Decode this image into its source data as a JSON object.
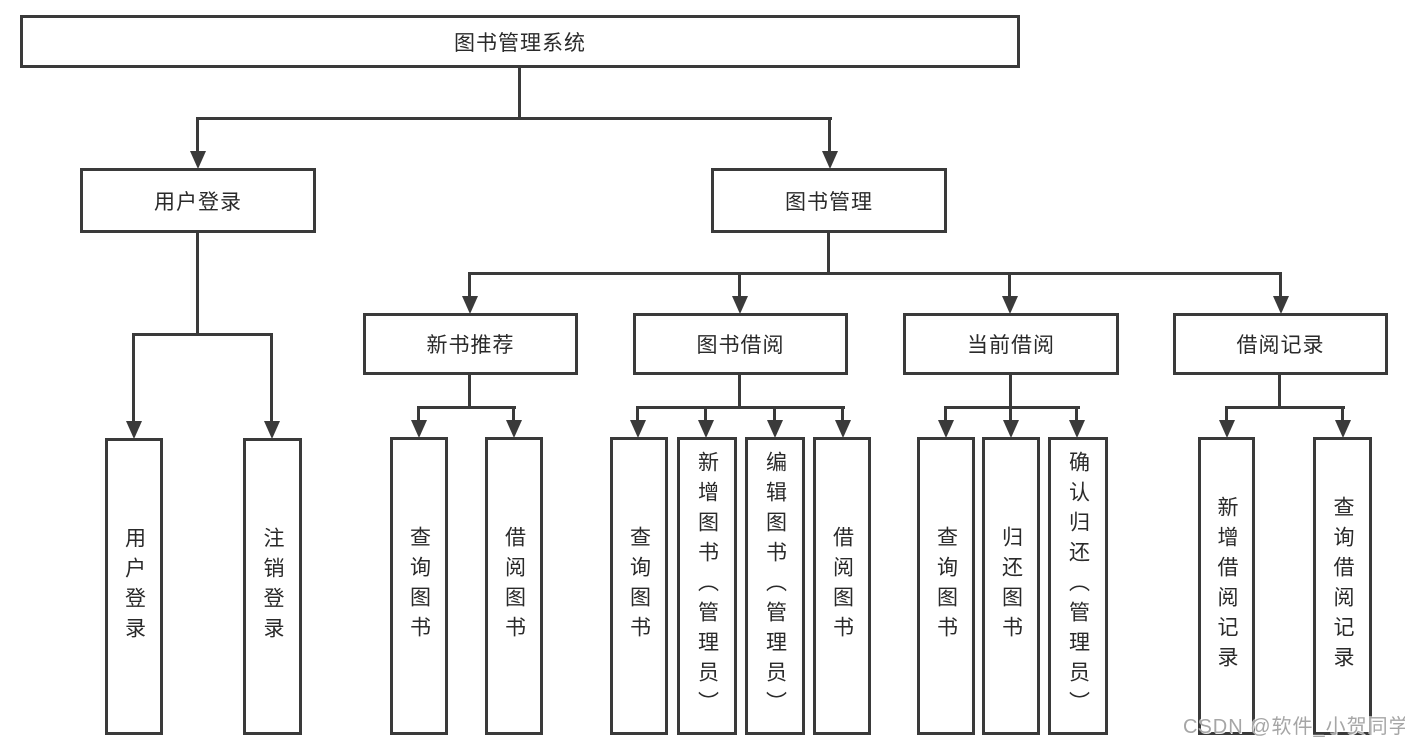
{
  "colors": {
    "line": "#3a3a3a",
    "text": "#2a2a2a",
    "background": "#ffffff",
    "watermark": "#a6a6a6"
  },
  "nodes": {
    "root": "图书管理系统",
    "user_login": "用户登录",
    "book_mgmt": "图书管理",
    "new_book": "新书推荐",
    "book_borrow": "图书借阅",
    "current_borrow": "当前借阅",
    "borrow_record": "借阅记录"
  },
  "leaves": {
    "user_login": [
      "用户登录",
      "注销登录"
    ],
    "new_book": [
      "查询图书",
      "借阅图书"
    ],
    "book_borrow": [
      "查询图书",
      "新增图书（管理员）",
      "编辑图书（管理员）",
      "借阅图书"
    ],
    "current_borrow": [
      "查询图书",
      "归还图书",
      "确认归还（管理员）"
    ],
    "borrow_record": [
      "新增借阅记录",
      "查询借阅记录"
    ]
  },
  "watermark": "CSDN @软件_小贺同学"
}
